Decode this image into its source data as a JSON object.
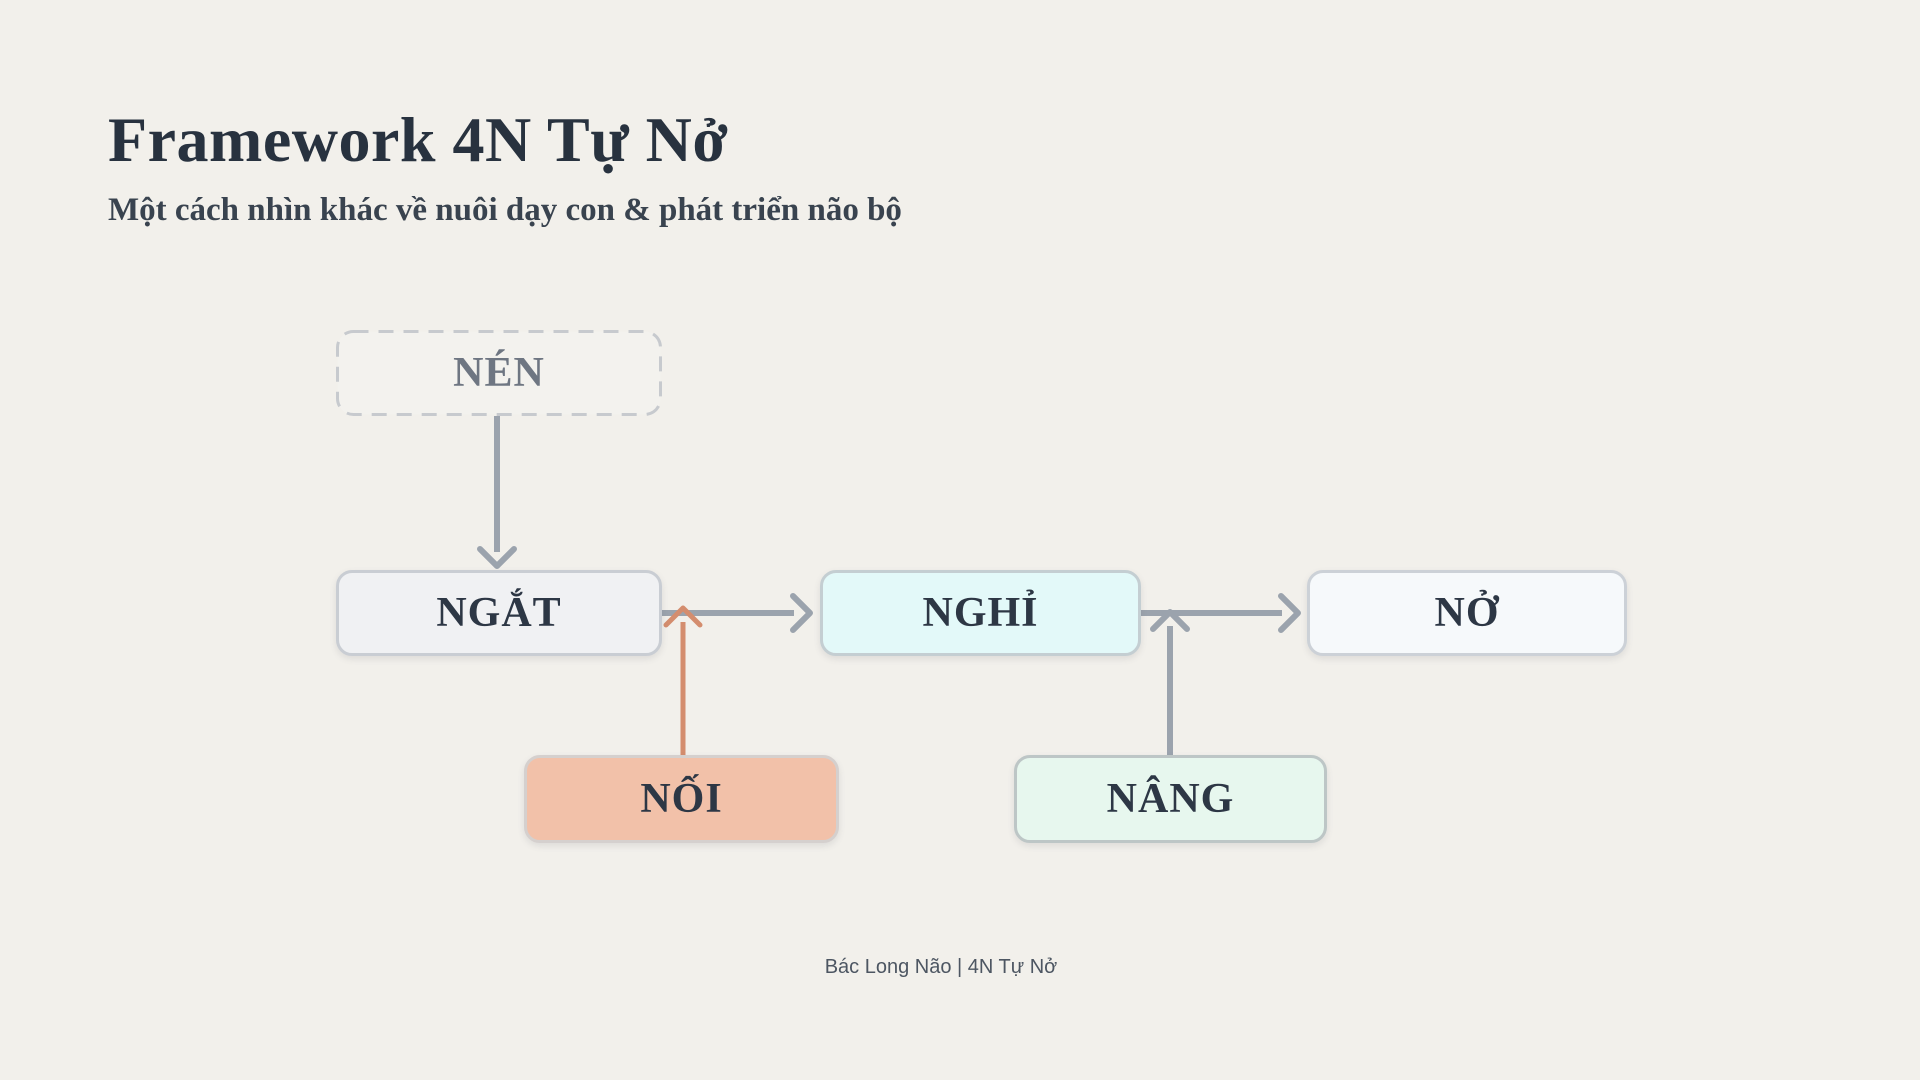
{
  "header": {
    "title": "Framework 4N Tự Nở",
    "subtitle": "Một cách nhìn khác về nuôi dạy con & phát triển não bộ"
  },
  "diagram": {
    "nodes": [
      {
        "id": "nen",
        "label": "NÉN",
        "variant": "dashed-muted"
      },
      {
        "id": "ngat",
        "label": "NGẮT",
        "variant": "light-gray"
      },
      {
        "id": "nghi",
        "label": "NGHỈ",
        "variant": "light-cyan"
      },
      {
        "id": "no",
        "label": "NỞ",
        "variant": "near-white"
      },
      {
        "id": "noi",
        "label": "NỐI",
        "variant": "salmon"
      },
      {
        "id": "nang",
        "label": "NÂNG",
        "variant": "mint"
      }
    ],
    "edges": [
      {
        "from": "NÉN",
        "to": "NGẮT",
        "direction": "down",
        "color": "gray"
      },
      {
        "from": "NGẮT",
        "to": "NGHỈ",
        "direction": "right",
        "color": "gray"
      },
      {
        "from": "NỐI",
        "to": "NGẮT–NGHỈ connector",
        "direction": "up",
        "color": "salmon"
      },
      {
        "from": "NGHỈ",
        "to": "NỞ",
        "direction": "right",
        "color": "gray"
      },
      {
        "from": "NÂNG",
        "to": "NGHỈ–NỞ connector",
        "direction": "up",
        "color": "gray"
      }
    ]
  },
  "footer": {
    "credit": "Bác Long Não | 4N Tự Nở"
  },
  "colors": {
    "background": "#f2f0eb",
    "title_text": "#28323f",
    "subtitle_text": "#39434f",
    "node_text": "#2d3745",
    "muted_node_text": "#6e7682",
    "arrow_gray": "#9ba3ad",
    "arrow_salmon": "#d48d6e",
    "node_nen_bg": "#f3f2ee",
    "node_ngat_bg": "#f0f1f3",
    "node_nghi_bg": "#e3f9f9",
    "node_no_bg": "#f6f9fb",
    "node_noi_bg": "#f2c1a9",
    "node_nang_bg": "#e7f7ee",
    "node_border": "#c9cdd3",
    "footer_text": "#4d5662"
  }
}
